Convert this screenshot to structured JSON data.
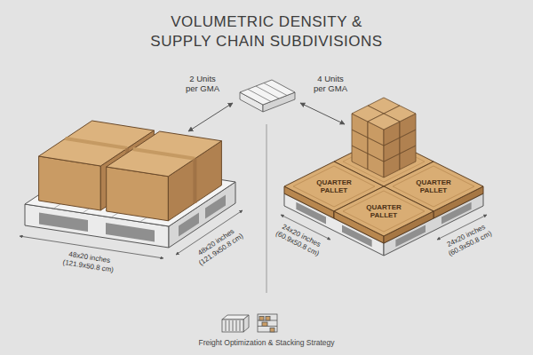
{
  "diagram": {
    "title": "VOLUMETRIC DENSITY & SUPPLY CHAIN SUBDIVISIONS",
    "caption": "Freight Optimization & Stacking Strategy",
    "nodes": [
      {
        "text": [
          "QUARTER PALLET"
        ]
      },
      {
        "text": [
          "QUARTER PALLET"
        ]
      },
      {
        "text": [
          "QUARTER PALLET"
        ]
      }
    ],
    "labels": [
      "2 Units per GMA",
      "4 Units per GMA",
      "48x20 inches (121.9x50.8 cm)",
      "48x20 inches (121.9x50.8 cm)",
      "24x20 inches (60.9x50.8 cm)",
      "24x20 inches (60.9x50.8 cm)"
    ]
  }
}
